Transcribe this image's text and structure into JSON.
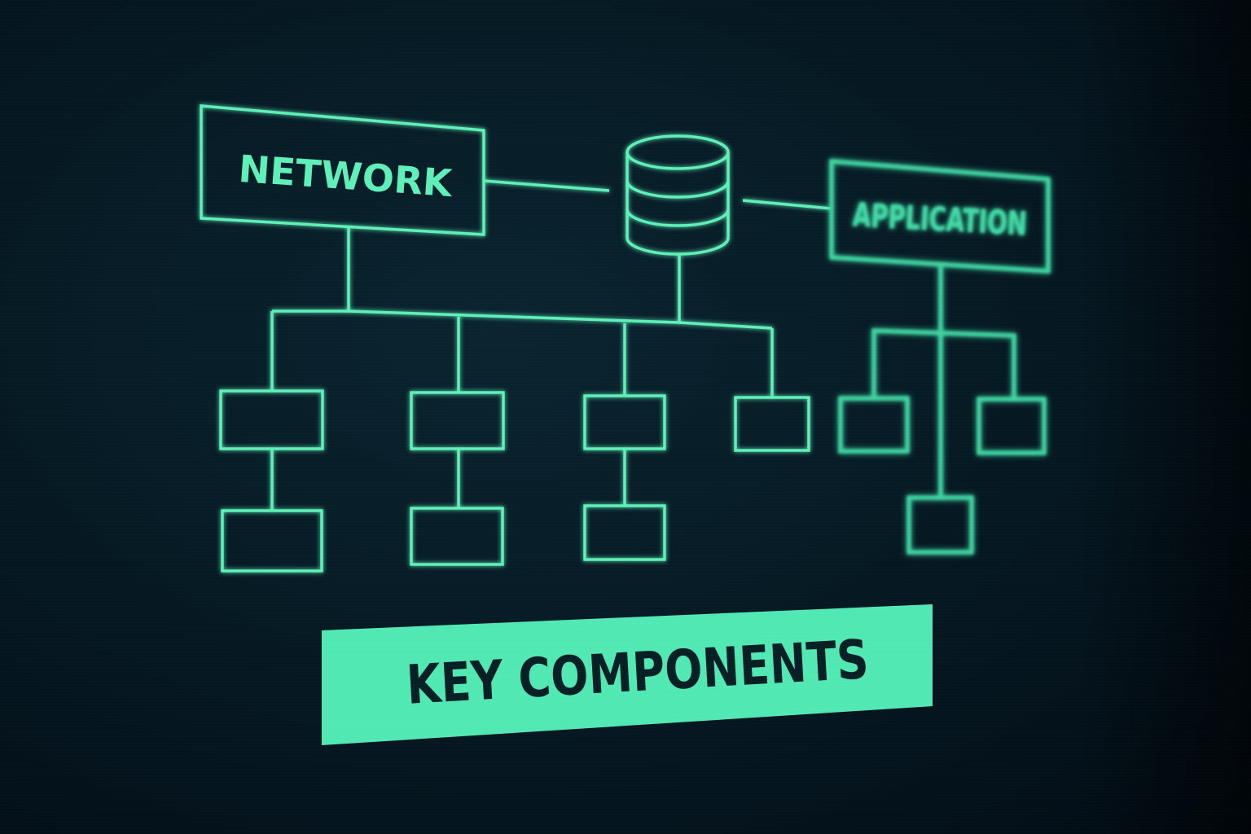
{
  "diagram": {
    "network_label": "NETWORK",
    "application_label": "APPLICATION",
    "banner_label": "KEY COMPONENTS",
    "database_icon": "database-icon"
  },
  "colors": {
    "background": "#04131b",
    "line": "#5ef0b8",
    "line_soft": "#3fd3a0",
    "banner_fill": "#52e8b4",
    "banner_text": "#062026"
  }
}
